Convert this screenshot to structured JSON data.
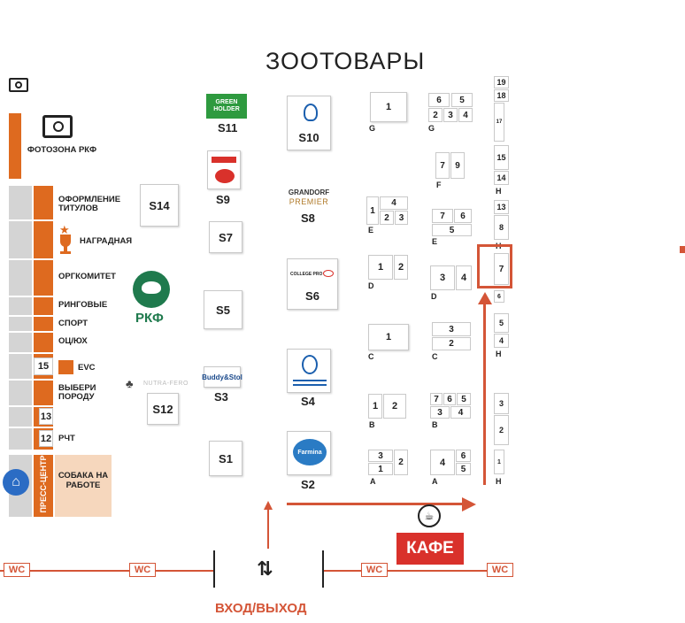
{
  "title": "ЗООТОВАРЫ",
  "left_zones": {
    "photo_zone": "ФОТОЗОНА РКФ",
    "titles": "ОФОРМЛЕНИЕ ТИТУЛОВ",
    "awards": "НАГРАДНАЯ",
    "orgcommittee": "ОРГКОМИТЕТ",
    "ring_sport_1": "РИНГОВЫЕ",
    "ring_sport_2": "СПОРТ",
    "oc": "ОЦ/ЮХ",
    "evc": "EVC",
    "choose_breed": "ВЫБЕРИ ПОРОДУ",
    "rcht": "РЧТ",
    "press_center": "ПРЕСС-ЦЕНТР",
    "dog_at_work": "СОБАКА НА РАБОТЕ",
    "num_15": "15",
    "num_13": "13",
    "num_12": "12"
  },
  "rkf_logo": "РКФ",
  "stands": {
    "s1": "S1",
    "s2": "S2",
    "s3": "S3",
    "s4": "S4",
    "s5": "S5",
    "s6": "S6",
    "s7": "S7",
    "s8": "S8",
    "s9": "S9",
    "s10": "S10",
    "s11": "S11",
    "s12": "S12",
    "s14": "S14"
  },
  "brands": {
    "green_holder_1": "GREEN",
    "green_holder_2": "HOLDER",
    "grandorf_1": "GRANDORF",
    "grandorf_2": "PREMIER",
    "college_pro": "COLLEGE PRO",
    "buddy": "Buddy&Stol",
    "farmina": "Farmina",
    "nitra": "NUTRA-FERO"
  },
  "blocks": {
    "A": "A",
    "B": "B",
    "C": "C",
    "D": "D",
    "E": "E",
    "F": "F",
    "G": "G",
    "H": "H"
  },
  "cells": {
    "c1": "1",
    "c2": "2",
    "c3": "3",
    "c4": "4",
    "c5": "5",
    "c6": "6",
    "c7": "7",
    "c8": "8",
    "c9": "9",
    "c13": "13",
    "c14": "14",
    "c15": "15",
    "c17": "17",
    "c18": "18",
    "c19": "19"
  },
  "bottom": {
    "wc": "WC",
    "cafe": "КАФЕ",
    "entrance": "ВХОД/ВЫХОД"
  },
  "colors": {
    "orange": "#de6a1f",
    "route_red": "#d45537",
    "rkf_green": "#1f7a4d",
    "cafe_red": "#d9312b",
    "grey": "#d4d4d4"
  }
}
